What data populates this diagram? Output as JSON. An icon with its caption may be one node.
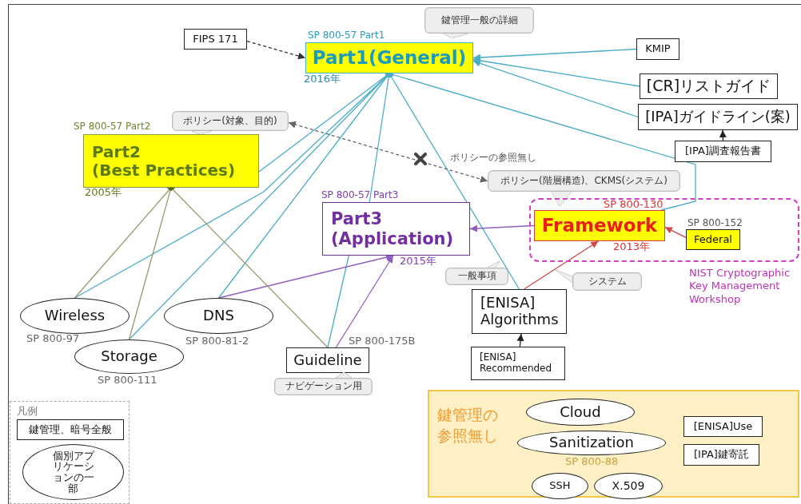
{
  "diagram": {
    "nodes": [
      {
        "text": [
          "FIPS 171"
        ]
      },
      {
        "text": [
          "Part1(General)"
        ],
        "beside": [
          "SP 800-57 Part1",
          "2016年"
        ]
      },
      {
        "text": [
          "鍵管理一般の詳細"
        ]
      },
      {
        "text": [
          "KMIP"
        ]
      },
      {
        "text": [
          "[CR]リストガイド"
        ]
      },
      {
        "text": [
          "[IPA]ガイドライン(案)"
        ]
      },
      {
        "text": [
          "[IPA]調査報告書"
        ]
      },
      {
        "text": [
          "Part2 (Best Practices)"
        ],
        "beside": [
          "SP 800-57 Part2",
          "2005年"
        ]
      },
      {
        "text": [
          "ポリシー(対象、目的)"
        ]
      },
      {
        "text": [
          "ポリシー(階層構造)、CKMS(システム)"
        ]
      },
      {
        "text": [
          "Part3 (Application)"
        ],
        "beside": [
          "SP 800-57 Part3",
          "2015年"
        ]
      },
      {
        "text": [
          "NIST Cryptographic Key Management Workshop"
        ]
      },
      {
        "text": [
          "Framework"
        ],
        "in": 11,
        "beside": [
          "SP 800-130",
          "2013年"
        ]
      },
      {
        "text": [
          "Federal"
        ],
        "in": 11,
        "beside": [
          "SP 800-152"
        ]
      },
      {
        "text": [
          "一般事項"
        ]
      },
      {
        "text": [
          "システム"
        ]
      },
      {
        "text": [
          "[ENISA] Algorithms"
        ]
      },
      {
        "text": [
          "[ENISA] Recommended"
        ]
      },
      {
        "text": [
          "Wireless"
        ],
        "beside": [
          "SP 800-97"
        ]
      },
      {
        "text": [
          "Storage"
        ],
        "beside": [
          "SP 800-111"
        ]
      },
      {
        "text": [
          "DNS"
        ],
        "beside": [
          "SP 800-81-2"
        ]
      },
      {
        "text": [
          "Guideline"
        ],
        "beside": [
          "SP 800-175B"
        ]
      },
      {
        "text": [
          "ナビゲーション用"
        ]
      },
      {
        "text": [
          "凡例"
        ]
      },
      {
        "text": [
          "鍵管理、暗号全般"
        ],
        "in": 23
      },
      {
        "text": [
          "個別アプリケーションの一部"
        ],
        "in": 23
      },
      {
        "text": [
          "鍵管理の参照無し"
        ]
      },
      {
        "text": [
          "Cloud"
        ],
        "in": 26
      },
      {
        "text": [
          "Sanitization"
        ],
        "in": 26,
        "beside": [
          "SP 800-88"
        ]
      },
      {
        "text": [
          "SSH"
        ],
        "in": 26
      },
      {
        "text": [
          "X.509"
        ],
        "in": 26
      },
      {
        "text": [
          "[ENISA]Use"
        ],
        "in": 26
      },
      {
        "text": [
          "[IPA]鍵寄託"
        ],
        "in": 26
      }
    ],
    "edges": [
      {
        "from": 0,
        "to": 1,
        "arrow": "to",
        "style": "dashed",
        "color": "#333333"
      },
      {
        "from": 3,
        "to": 1,
        "arrow": "to"
      },
      {
        "from": 4,
        "to": 1,
        "arrow": "to"
      },
      {
        "from": 5,
        "to": 1,
        "arrow": "to"
      },
      {
        "from": 6,
        "to": 5,
        "arrow": "to",
        "color": "#222222"
      },
      {
        "from": 7,
        "to": 1,
        "arrow": "other"
      },
      {
        "from": 18,
        "to": 1,
        "arrow": "other"
      },
      {
        "from": 19,
        "to": 1,
        "arrow": "other"
      },
      {
        "from": 20,
        "to": 1,
        "arrow": "other"
      },
      {
        "from": 10,
        "to": 1,
        "arrow": "other"
      },
      {
        "from": 16,
        "to": 1,
        "arrow": "other"
      },
      {
        "from": 12,
        "to": 1,
        "arrow": "other"
      },
      {
        "from": 21,
        "to": 10,
        "arrow": "none"
      },
      {
        "from": 12,
        "to": 10,
        "arrow": "to",
        "color": "#9060c0"
      },
      {
        "from": 20,
        "to": 10,
        "arrow": "to",
        "color": "#9060c0"
      },
      {
        "from": 21,
        "to": 10,
        "arrow": "to",
        "color": "#9060c0"
      },
      {
        "from": 18,
        "to": 7,
        "arrow": "other",
        "color": "#9a9a6a"
      },
      {
        "from": 19,
        "to": 7,
        "arrow": "other",
        "color": "#9a9a6a"
      },
      {
        "from": 21,
        "to": 7,
        "arrow": "other",
        "color": "#9a9a6a"
      },
      {
        "from": 16,
        "to": 12,
        "arrow": "to",
        "color": "#d04848"
      },
      {
        "from": 13,
        "to": 12,
        "arrow": "to",
        "color": "#d04848"
      },
      {
        "from": 17,
        "to": 16,
        "arrow": "to",
        "color": "#222222"
      },
      {
        "from": 8,
        "to": 9,
        "arrow": "both",
        "style": "dashed",
        "color": "#666666",
        "label": "ポリシーの参照無し"
      }
    ]
  }
}
